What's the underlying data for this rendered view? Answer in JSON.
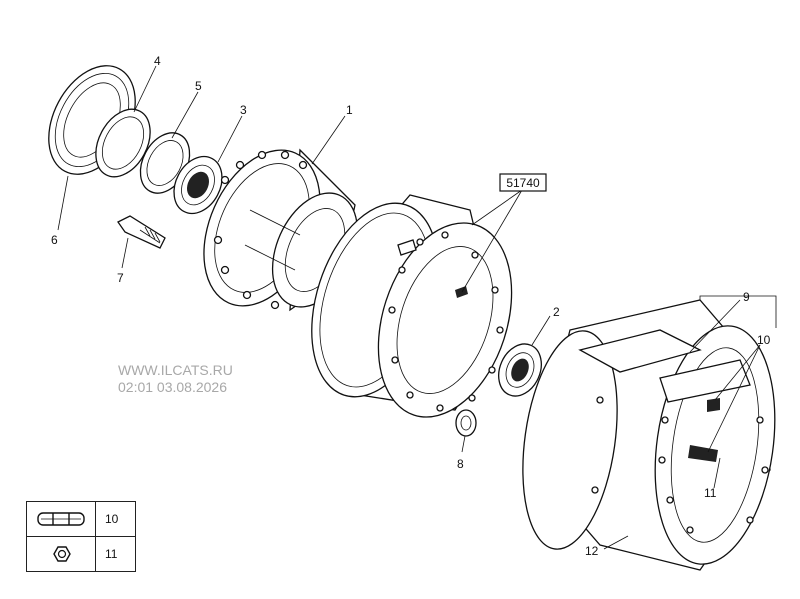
{
  "callouts": {
    "c1": "1",
    "c2": "2",
    "c3": "3",
    "c4": "4",
    "c5": "5",
    "c6": "6",
    "c7": "7",
    "c8": "8",
    "c9": "9",
    "c10": "10",
    "c11": "11",
    "c12": "12"
  },
  "reference_box": "51740",
  "watermark": {
    "site": "WWW.ILCATS.RU",
    "timestamp": "02:01 03.08.2026"
  },
  "legend": {
    "rows": [
      {
        "icon": "shim-plate-icon",
        "label": "10"
      },
      {
        "icon": "hex-nut-icon",
        "label": "11"
      }
    ]
  }
}
